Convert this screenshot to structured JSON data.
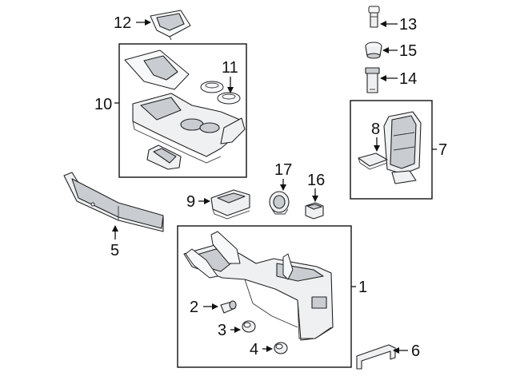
{
  "callouts": {
    "p1": "1",
    "p2": "2",
    "p3": "3",
    "p4": "4",
    "p5": "5",
    "p6": "6",
    "p7": "7",
    "p8": "8",
    "p9": "9",
    "p10": "10",
    "p11": "11",
    "p12": "12",
    "p13": "13",
    "p14": "14",
    "p15": "15",
    "p16": "16",
    "p17": "17"
  },
  "colors": {
    "line": "#111111",
    "part_fill": "#eef0f2",
    "part_shade": "#c9cdd2"
  }
}
